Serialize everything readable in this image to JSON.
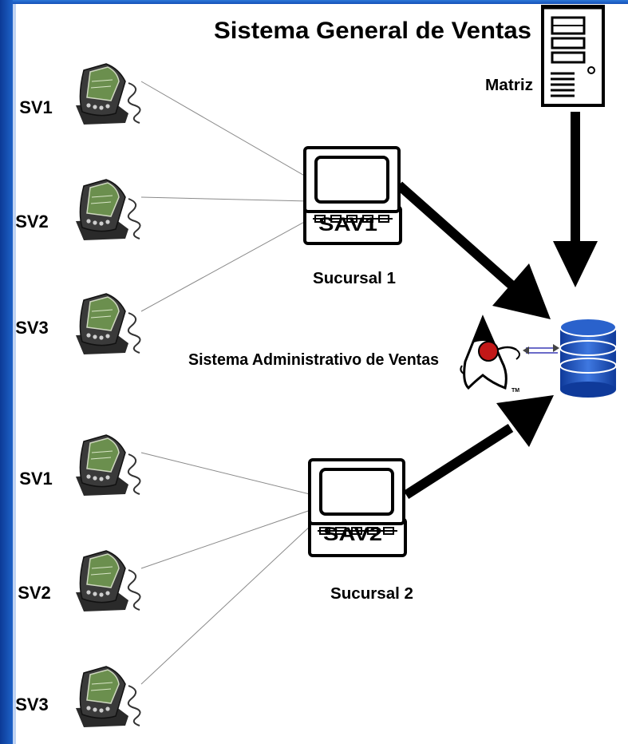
{
  "title": "Sistema General de Ventas",
  "matriz_label": "Matriz",
  "sucursales": [
    {
      "screen_label": "SAV1",
      "caption": "Sucursal 1",
      "vendors": [
        "SV1",
        "SV2",
        "SV3"
      ]
    },
    {
      "screen_label": "SAV2",
      "caption": "Sucursal 2",
      "vendors": [
        "SV1",
        "SV2",
        "SV3"
      ]
    }
  ],
  "admin_label": "Sistema Administrativo de Ventas",
  "logo_mark": "TM",
  "colors": {
    "frame_blue": "#1e62c8",
    "frame_dark": "#0a2a78",
    "background": "#ffffff",
    "ink": "#000000",
    "pda_screen": "#6b8f4e",
    "database_blue": "#1f4fb8",
    "logo_red": "#c21818"
  },
  "icons": [
    "pda-icon",
    "laptop-icon",
    "server-tower-icon",
    "database-icon",
    "java-duke-logo-icon",
    "arrow-icon"
  ]
}
